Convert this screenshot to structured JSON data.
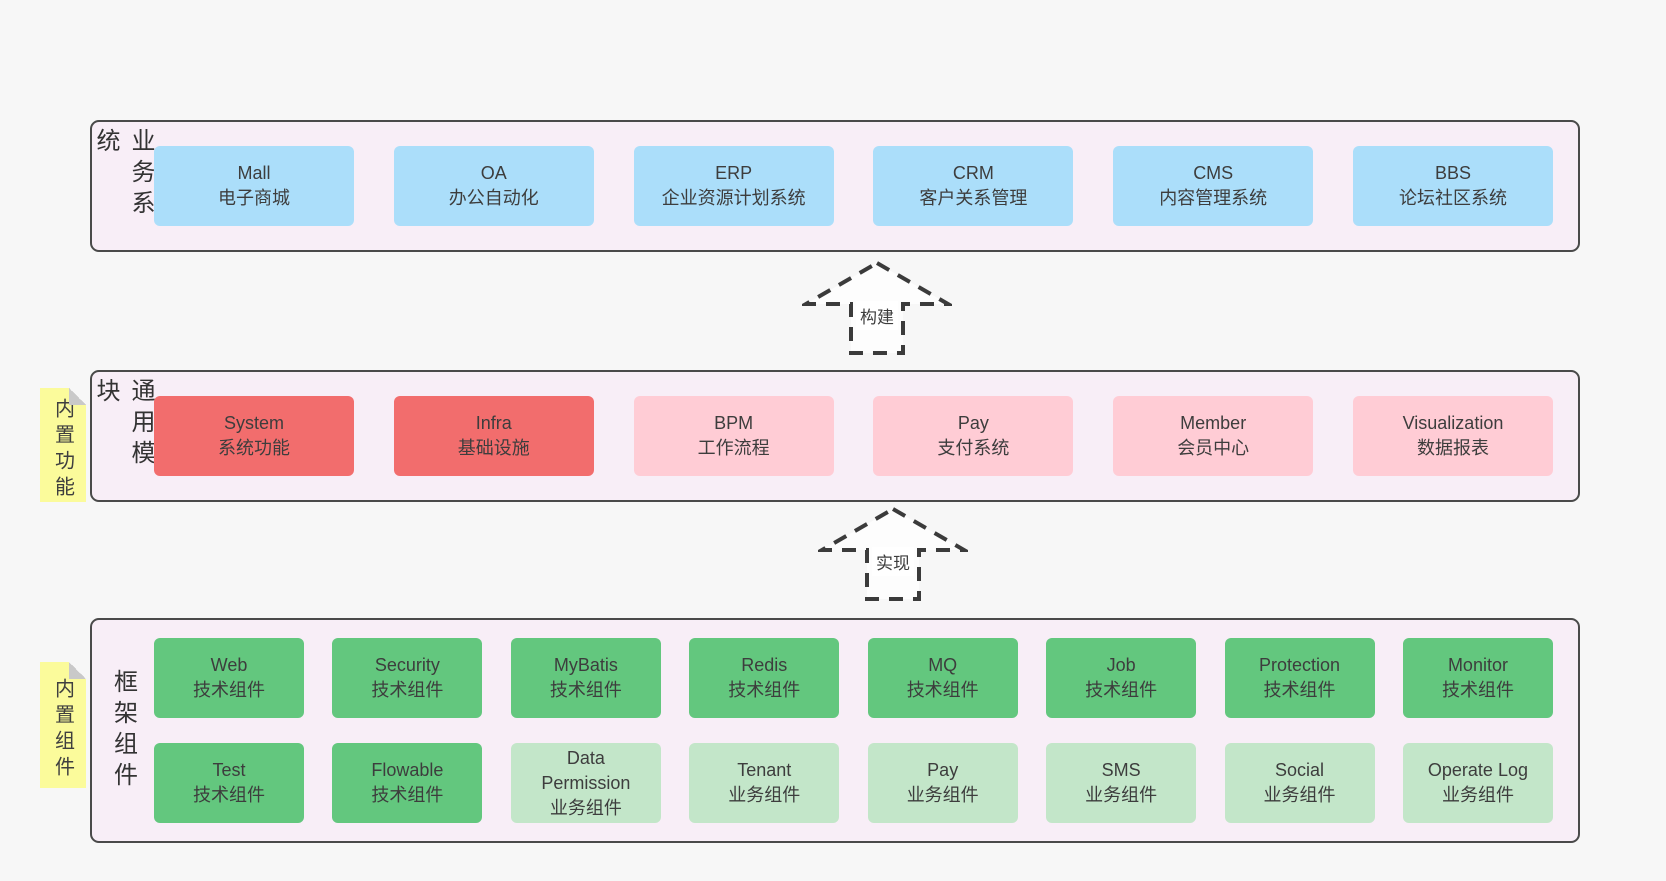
{
  "colors": {
    "page_bg": "#f7f7f7",
    "container_bg": "#f8eef7",
    "container_border": "#4a4a4a",
    "arrow_stroke": "#3b3b3b",
    "sticky_bg": "#fbfb9b",
    "sticky_fold": "#c9c9c9",
    "text": "#3d3d3d",
    "blue": "#abdefa",
    "red": "#f26d6d",
    "pink": "#ffccd5",
    "green": "#63c77e",
    "light_green": "#c3e6c9"
  },
  "arrows": [
    {
      "label": "构建"
    },
    {
      "label": "实现"
    }
  ],
  "sections": [
    {
      "side_label": "业务系统",
      "sticky": null,
      "rows": [
        [
          {
            "title": "Mall",
            "subtitle": "电子商城",
            "color": "blue"
          },
          {
            "title": "OA",
            "subtitle": "办公自动化",
            "color": "blue"
          },
          {
            "title": "ERP",
            "subtitle": "企业资源计划系统",
            "color": "blue"
          },
          {
            "title": "CRM",
            "subtitle": "客户关系管理",
            "color": "blue"
          },
          {
            "title": "CMS",
            "subtitle": "内容管理系统",
            "color": "blue"
          },
          {
            "title": "BBS",
            "subtitle": "论坛社区系统",
            "color": "blue"
          }
        ]
      ]
    },
    {
      "side_label": "通用模块",
      "sticky": "内置功能",
      "rows": [
        [
          {
            "title": "System",
            "subtitle": "系统功能",
            "color": "red"
          },
          {
            "title": "Infra",
            "subtitle": "基础设施",
            "color": "red"
          },
          {
            "title": "BPM",
            "subtitle": "工作流程",
            "color": "pink"
          },
          {
            "title": "Pay",
            "subtitle": "支付系统",
            "color": "pink"
          },
          {
            "title": "Member",
            "subtitle": "会员中心",
            "color": "pink"
          },
          {
            "title": "Visualization",
            "subtitle": "数据报表",
            "color": "pink"
          }
        ]
      ]
    },
    {
      "side_label": "框架组件",
      "sticky": "内置组件",
      "rows": [
        [
          {
            "title": "Web",
            "subtitle": "技术组件",
            "color": "green"
          },
          {
            "title": "Security",
            "subtitle": "技术组件",
            "color": "green"
          },
          {
            "title": "MyBatis",
            "subtitle": "技术组件",
            "color": "green"
          },
          {
            "title": "Redis",
            "subtitle": "技术组件",
            "color": "green"
          },
          {
            "title": "MQ",
            "subtitle": "技术组件",
            "color": "green"
          },
          {
            "title": "Job",
            "subtitle": "技术组件",
            "color": "green"
          },
          {
            "title": "Protection",
            "subtitle": "技术组件",
            "color": "green"
          },
          {
            "title": "Monitor",
            "subtitle": "技术组件",
            "color": "green"
          }
        ],
        [
          {
            "title": "Test",
            "subtitle": "技术组件",
            "color": "green"
          },
          {
            "title": "Flowable",
            "subtitle": "技术组件",
            "color": "green"
          },
          {
            "title": "Data Permission",
            "subtitle": "业务组件",
            "color": "light_green"
          },
          {
            "title": "Tenant",
            "subtitle": "业务组件",
            "color": "light_green"
          },
          {
            "title": "Pay",
            "subtitle": "业务组件",
            "color": "light_green"
          },
          {
            "title": "SMS",
            "subtitle": "业务组件",
            "color": "light_green"
          },
          {
            "title": "Social",
            "subtitle": "业务组件",
            "color": "light_green"
          },
          {
            "title": "Operate Log",
            "subtitle": "业务组件",
            "color": "light_green"
          }
        ]
      ]
    }
  ]
}
